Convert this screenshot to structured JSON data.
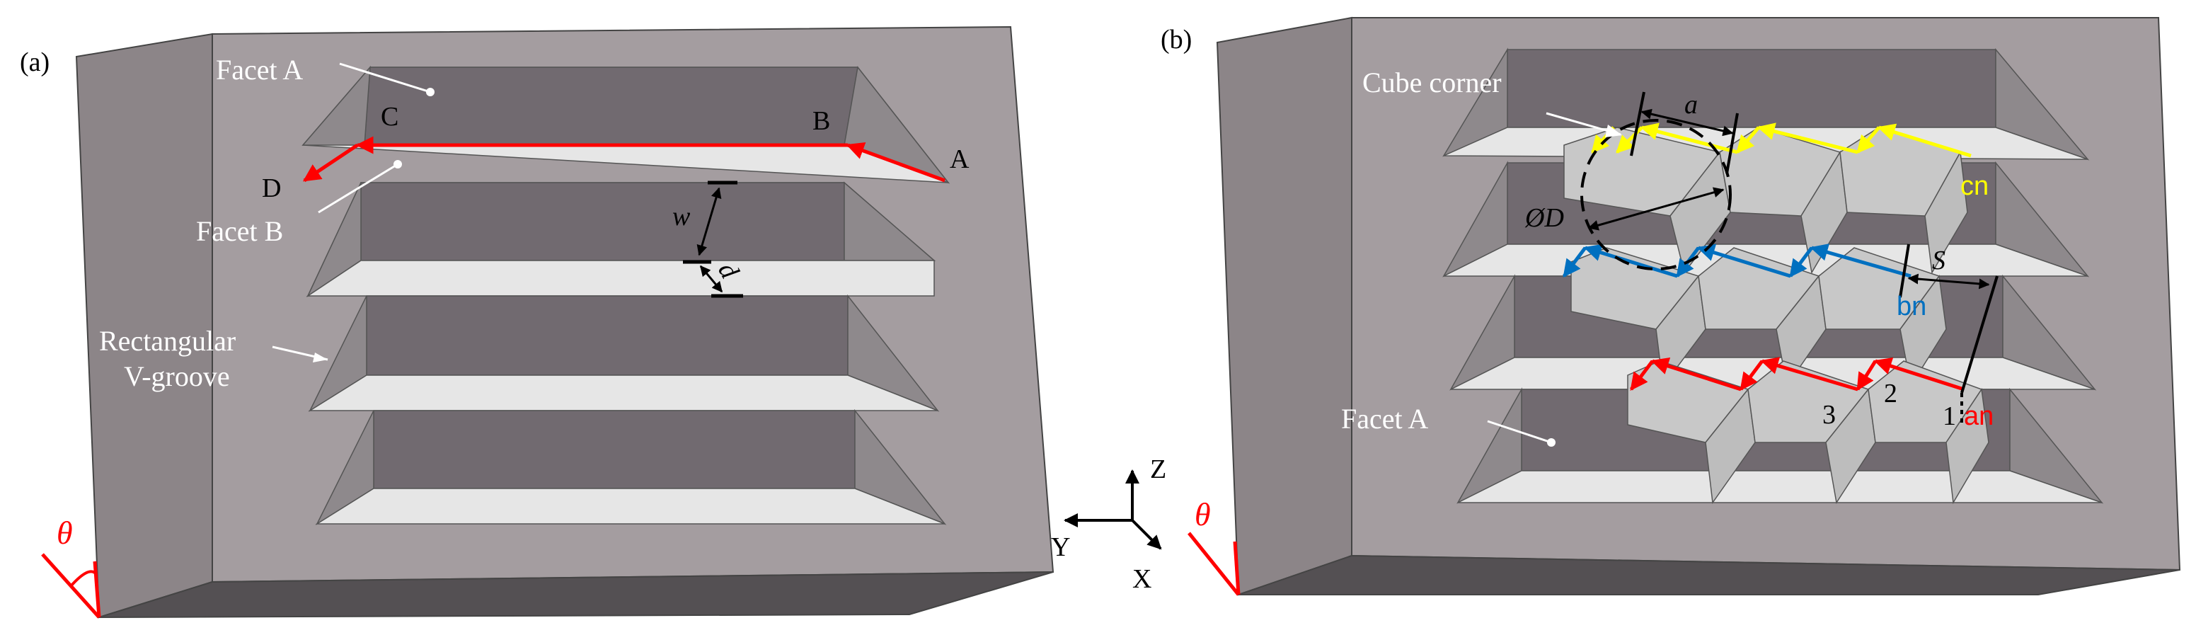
{
  "panel_a": {
    "tag": "(a)",
    "facet_a": "Facet A",
    "facet_b": "Facet B",
    "point_a": "A",
    "point_b": "B",
    "point_c": "C",
    "point_d": "D",
    "w": "w",
    "d": "d",
    "groove_line1": "Rectangular",
    "groove_line2": "V-groove",
    "theta": "θ"
  },
  "axes": {
    "z": "Z",
    "y": "Y",
    "x": "X"
  },
  "panel_b": {
    "tag": "(b)",
    "cube_corner": "Cube corner",
    "a": "a",
    "dia": "ØD",
    "s": "S",
    "cn": "cn",
    "bn": "bn",
    "an": "an",
    "n1": "1",
    "n2": "2",
    "n3": "3",
    "facet_a": "Facet A",
    "theta": "θ"
  },
  "colors": {
    "red": "#ff0000",
    "yellow": "#ffff00",
    "blue": "#0070c0",
    "block_face": "#a49da0",
    "block_side": "#8c8588",
    "block_bottom": "#545053",
    "groove_top": "#716a70",
    "groove_bottom": "#e6e6e6",
    "groove_end": "#8e898c",
    "cube_face": "#c8c8c8"
  }
}
